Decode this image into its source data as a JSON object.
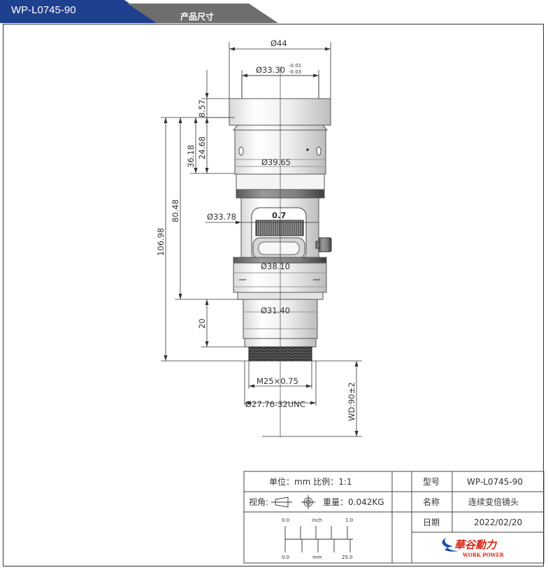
{
  "header": {
    "model_tab": "WP-L0745-90",
    "section_tab": "产品尺寸",
    "colors": {
      "model_tab": "#1f3f8f",
      "section_tab": "#6e6e6e"
    }
  },
  "dimensions": {
    "d44": "Ø44",
    "d33_30": "Ø33.30",
    "d33_30_tol_upper": "-0.01",
    "d33_30_tol_lower": "-0.03",
    "h8_57": "8.57",
    "h36_18": "36.18",
    "h24_68": "24.68",
    "d39_65": "Ø39.65",
    "h106_98": "106.98",
    "h80_48": "80.48",
    "d33_78": "Ø33.78",
    "zoom_mark": "0.7",
    "d38_10": "Ø38.10",
    "d31_40": "Ø31.40",
    "h20": "20",
    "thread_m25": "M25×0.75",
    "thread_unc": "Ø27.76-32UNC",
    "wd": "WD:90±2"
  },
  "title_block": {
    "unit_scale": "单位：mm    比例：1:1",
    "view_angle_label": "视角:",
    "weight": "重量：0.042KG",
    "model_label": "型号",
    "model_value": "WP-L0745-90",
    "name_label": "名称",
    "name_value": "连续变倍镜头",
    "date_label": "日期",
    "date_value": "2022/02/20",
    "scale_inch_start": "0.0",
    "scale_inch_unit": "inch",
    "scale_inch_end": "1.0",
    "scale_mm_start": "0.0",
    "scale_mm_unit": "mm",
    "scale_mm_end": "25.0",
    "logo_cn": "華谷動力",
    "logo_en": "WORK POWER",
    "logo_colors": {
      "text": "#d62718",
      "swoosh": "#1f4fa8"
    }
  }
}
